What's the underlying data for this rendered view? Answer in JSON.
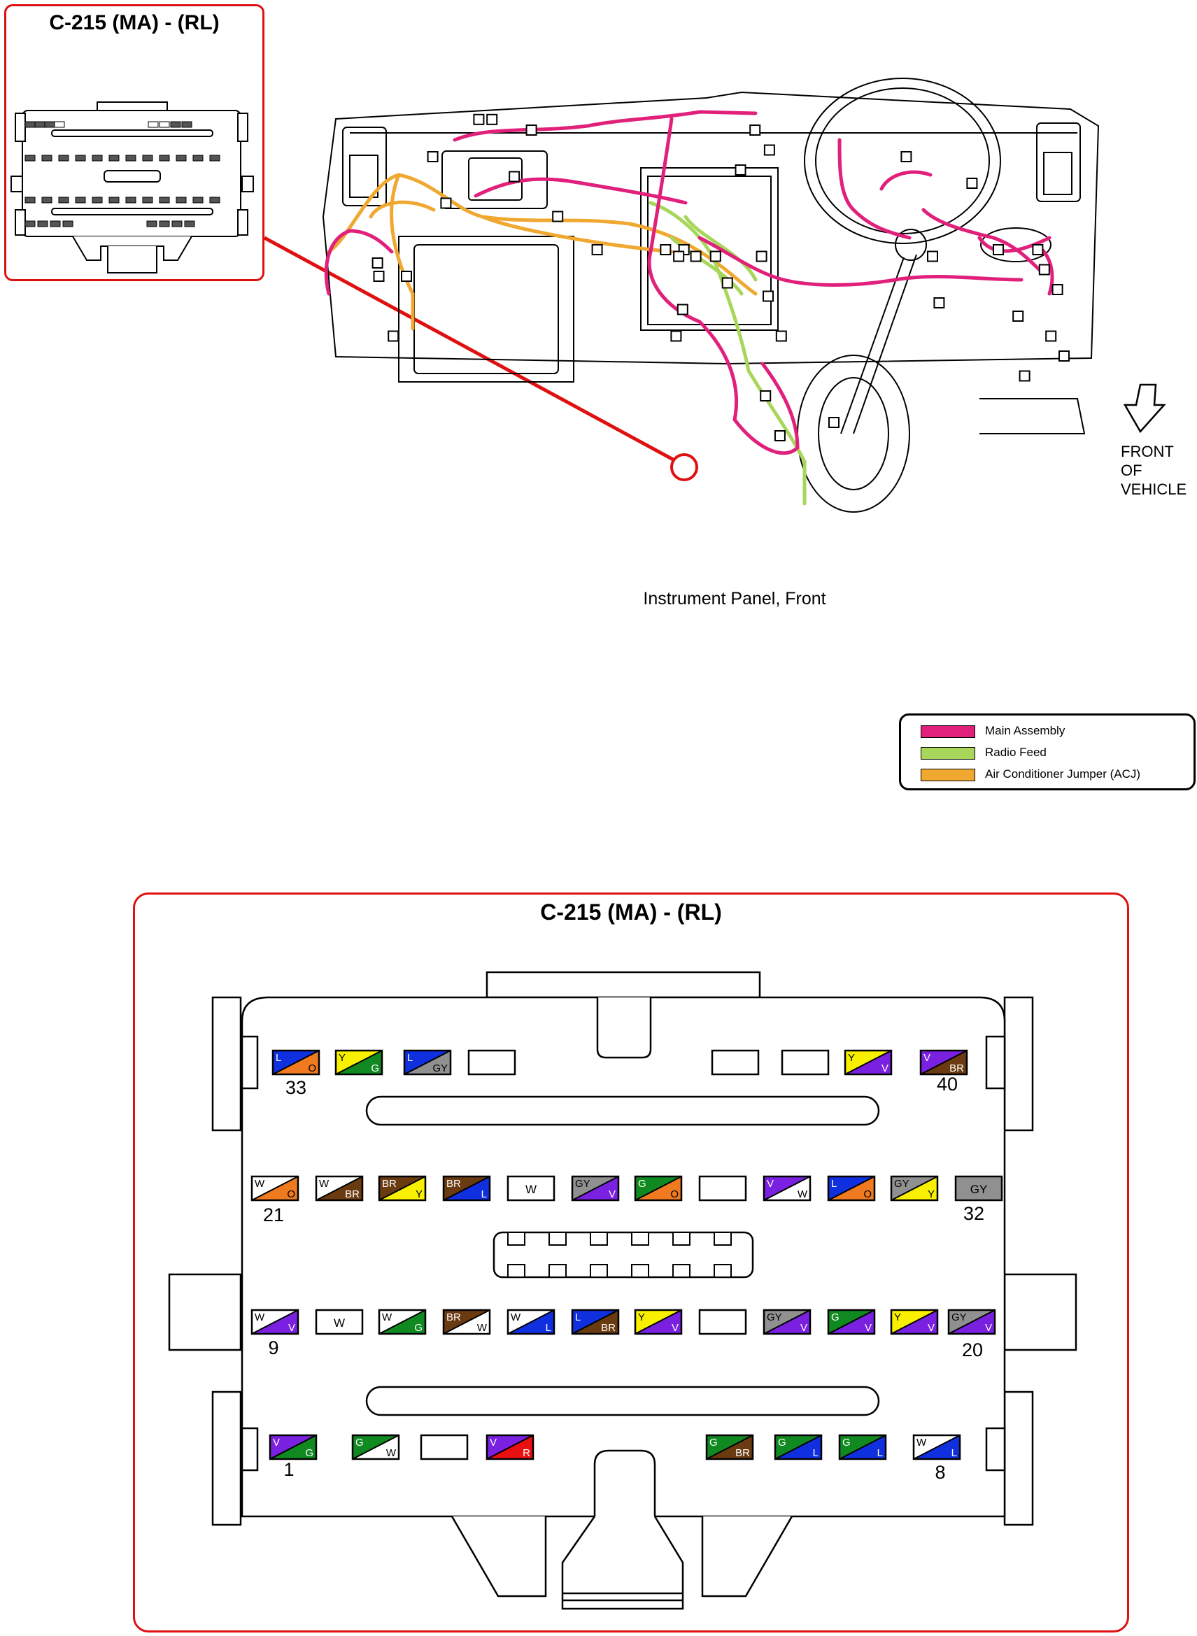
{
  "inset": {
    "title": "C-215 (MA) - (RL)"
  },
  "panel": {
    "caption": "Instrument Panel, Front"
  },
  "front_arrow": {
    "label": "FRONT\nOF\nVEHICLE"
  },
  "legend": {
    "items": [
      {
        "label": "Main Assembly",
        "color": "#e0207a"
      },
      {
        "label": "Radio Feed",
        "color": "#a8d65a"
      },
      {
        "label": "Air Conditioner Jumper   (ACJ)",
        "color": "#f0a830"
      }
    ]
  },
  "connector": {
    "title": "C-215 (MA) - (RL)",
    "pin_labels": [
      "33",
      "40",
      "21",
      "32",
      "9",
      "20",
      "1",
      "8"
    ],
    "colors": {
      "L": "#1030e0",
      "O": "#f07a20",
      "Y": "#f8f000",
      "G": "#108a20",
      "GY": "#909090",
      "V": "#7a20e0",
      "BR": "#6a3a10",
      "W": "#ffffff",
      "R": "#e81010"
    },
    "rows": [
      {
        "pins": [
          [
            "L",
            "O"
          ],
          [
            "Y",
            "G"
          ],
          [
            "L",
            "GY"
          ],
          [],
          [],
          [],
          [
            "Y",
            "V"
          ],
          [
            "V",
            "BR"
          ]
        ]
      },
      {
        "pins": [
          [
            "W",
            "O"
          ],
          [
            "W",
            "BR"
          ],
          [
            "BR",
            "Y"
          ],
          [
            "BR",
            "L"
          ],
          [
            "W"
          ],
          [
            "GY",
            "V"
          ],
          [
            "G",
            "O"
          ],
          [],
          [
            "V",
            "W"
          ],
          [
            "L",
            "O"
          ],
          [
            "GY",
            "Y"
          ],
          [
            "GY"
          ]
        ]
      },
      {
        "pins": [
          [
            "W",
            "V"
          ],
          [
            "W"
          ],
          [
            "W",
            "G"
          ],
          [
            "BR",
            "W"
          ],
          [
            "W",
            "L"
          ],
          [
            "L",
            "BR"
          ],
          [
            "Y",
            "V"
          ],
          [],
          [
            "GY",
            "V"
          ],
          [
            "G",
            "V"
          ],
          [
            "Y",
            "V"
          ],
          [
            "GY",
            "V"
          ]
        ]
      },
      {
        "pins": [
          [
            "V",
            "G"
          ],
          [
            "G",
            "W"
          ],
          [],
          [
            "V",
            "R"
          ],
          [
            "G",
            "BR"
          ],
          [
            "G",
            "L"
          ],
          [
            "G",
            "L"
          ],
          [
            "W",
            "L"
          ]
        ]
      }
    ]
  }
}
